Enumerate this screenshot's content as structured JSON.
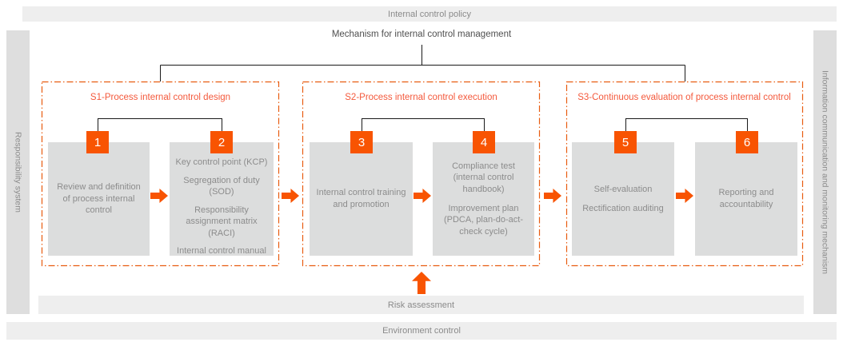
{
  "colors": {
    "accent_orange": "#f85402",
    "panel_border_orange": "#e85c10",
    "panel_title_orange": "#f4593c",
    "bar_background": "#eeeeee",
    "side_bar_background": "#dedede",
    "box_background": "#dcdddd",
    "body_text_gray": "#8c8c8c",
    "connector_black": "#1a1a1a"
  },
  "top_bar": {
    "label": "Internal control policy"
  },
  "mechanism_label": "Mechanism for internal control management",
  "left_bar": {
    "label": "Responsibility system"
  },
  "right_bar": {
    "label": "Information communication and monitoring mechanism"
  },
  "bottom_bars": {
    "risk": "Risk assessment",
    "environment": "Environment control"
  },
  "panels": [
    {
      "title": "S1-Process internal control design",
      "steps": [
        {
          "num": "1",
          "items": [
            "Review and definition of process internal control"
          ]
        },
        {
          "num": "2",
          "items": [
            "Key control point (KCP)",
            "Segregation of duty (SOD)",
            "Responsibility assignment matrix (RACI)",
            "Internal control manual"
          ]
        }
      ]
    },
    {
      "title": "S2-Process internal control execution",
      "steps": [
        {
          "num": "3",
          "items": [
            "Internal control training and promotion"
          ]
        },
        {
          "num": "4",
          "items": [
            "Compliance test (internal control handbook)",
            "Improvement plan (PDCA, plan-do-act-check cycle)"
          ]
        }
      ]
    },
    {
      "title": "S3-Continuous evaluation of process internal control",
      "steps": [
        {
          "num": "5",
          "items": [
            "Self-evaluation",
            "Rectification auditing"
          ]
        },
        {
          "num": "6",
          "items": [
            "Reporting and accountability"
          ]
        }
      ]
    }
  ]
}
